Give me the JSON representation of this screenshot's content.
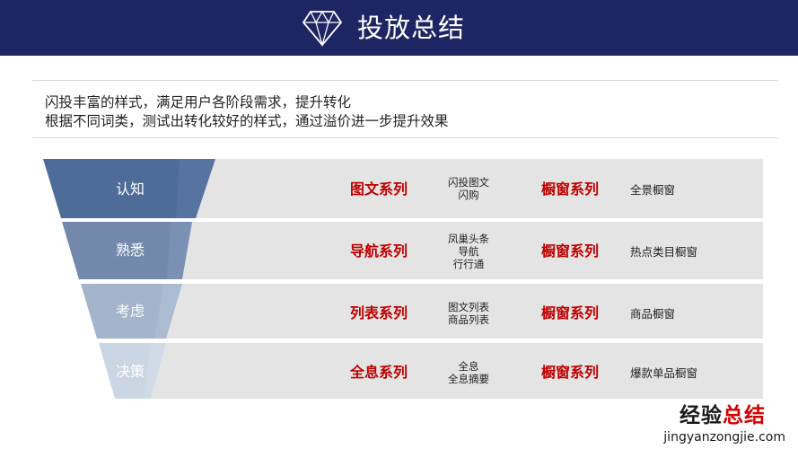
{
  "header": {
    "title": "投放总结"
  },
  "intro": {
    "line1": "闪投丰富的样式，满足用户各阶段需求，提升转化",
    "line2": "根据不同词类，测试出转化较好的样式，通过溢价进一步提升效果"
  },
  "colors": {
    "header_bg": "#1d2563",
    "accent_red": "#c00000",
    "funnel": [
      "#4d6c97",
      "#7289ac",
      "#a3b4cb",
      "#cbd6e4"
    ],
    "row_bg": "#e4e4e4"
  },
  "rows": [
    {
      "stage": "认知",
      "series": "图文系列",
      "items": [
        "闪投图文",
        "闪购"
      ],
      "window_series": "橱窗系列",
      "window_item": "全景橱窗"
    },
    {
      "stage": "熟悉",
      "series": "导航系列",
      "items": [
        "凤巢头条",
        "导航",
        "行行通"
      ],
      "window_series": "橱窗系列",
      "window_item": "热点类目橱窗"
    },
    {
      "stage": "考虑",
      "series": "列表系列",
      "items": [
        "图文列表",
        "商品列表"
      ],
      "window_series": "橱窗系列",
      "window_item": "商品橱窗"
    },
    {
      "stage": "决策",
      "series": "全息系列",
      "items": [
        "全息",
        "全息摘要"
      ],
      "window_series": "橱窗系列",
      "window_item": "爆款单品橱窗"
    }
  ],
  "watermark": {
    "cn_a": "经验",
    "cn_b": "总结",
    "url": "jingyanzongjie.com"
  }
}
